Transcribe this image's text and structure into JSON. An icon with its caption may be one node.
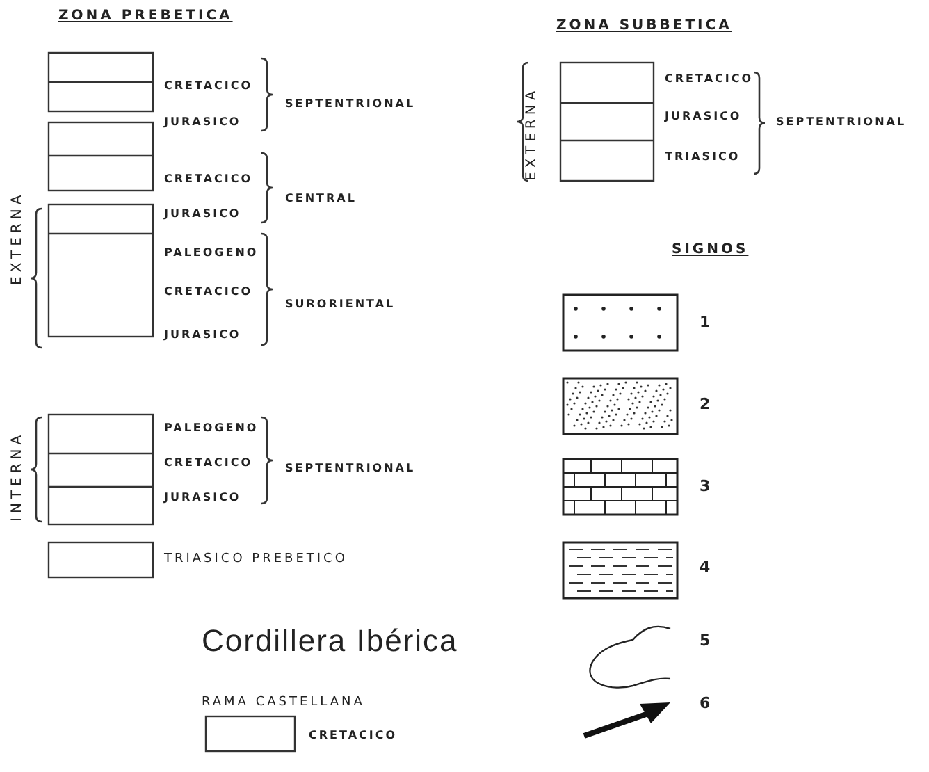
{
  "diagram": {
    "nodes": [
      {
        "text": [],
        "shape": "box"
      },
      {
        "text": [],
        "shape": "box"
      },
      {
        "text": [],
        "shape": "box"
      },
      {
        "text": [],
        "shape": "box"
      },
      {
        "text": [],
        "shape": "box"
      },
      {
        "text": [],
        "shape": "box"
      },
      {
        "text": [],
        "shape": "box"
      }
    ],
    "labels": [
      "ZONA PREBETICA",
      "ZONA SUBBETICA",
      "EXTERNA",
      "CRETACICO",
      "JURASICO",
      "SEPTENTRIONAL",
      "CRETACICO",
      "JURASICO",
      "CENTRAL",
      "PALEOGENO",
      "CRETACICO",
      "JURASICO",
      "SURORIENTAL",
      "INTERNA",
      "PALEOGENO",
      "CRETACICO",
      "JURASICO",
      "SEPTENTRIONAL",
      "TRIASICO PREBETICO",
      "EXTERNA",
      "CRETACICO",
      "JURASICO",
      "TRIASICO",
      "SEPTENTRIONAL",
      "SIGNOS",
      "1",
      "2",
      "3",
      "4",
      "Cordillera Ibérica",
      "5",
      "RAMA CASTELLANA",
      "6",
      "CRETACICO"
    ]
  }
}
